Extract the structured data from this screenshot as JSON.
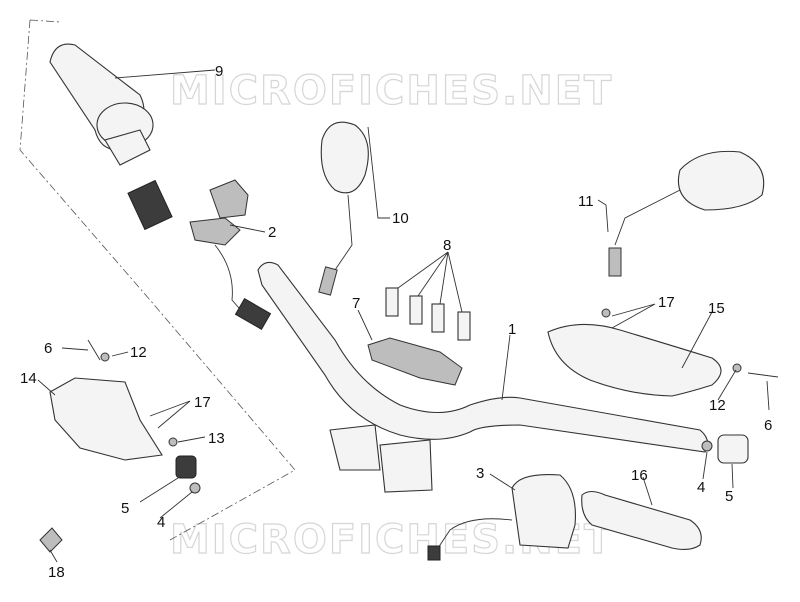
{
  "watermark": {
    "top": "MICROFICHES.NET",
    "bottom": "MICROFICHES.NET"
  },
  "callouts": [
    {
      "id": "c9",
      "text": "9"
    },
    {
      "id": "c2",
      "text": "2"
    },
    {
      "id": "c10",
      "text": "10"
    },
    {
      "id": "c11",
      "text": "11"
    },
    {
      "id": "c8",
      "text": "8"
    },
    {
      "id": "c7",
      "text": "7"
    },
    {
      "id": "c1",
      "text": "1"
    },
    {
      "id": "c17r",
      "text": "17"
    },
    {
      "id": "c15",
      "text": "15"
    },
    {
      "id": "c6l",
      "text": "6"
    },
    {
      "id": "c12l",
      "text": "12"
    },
    {
      "id": "c14",
      "text": "14"
    },
    {
      "id": "c17l",
      "text": "17"
    },
    {
      "id": "c13",
      "text": "13"
    },
    {
      "id": "c5l",
      "text": "5"
    },
    {
      "id": "c4l",
      "text": "4"
    },
    {
      "id": "c12r",
      "text": "12"
    },
    {
      "id": "c6r",
      "text": "6"
    },
    {
      "id": "c3",
      "text": "3"
    },
    {
      "id": "c16",
      "text": "16"
    },
    {
      "id": "c4r",
      "text": "4"
    },
    {
      "id": "c5r",
      "text": "5"
    },
    {
      "id": "c18",
      "text": "18"
    }
  ]
}
